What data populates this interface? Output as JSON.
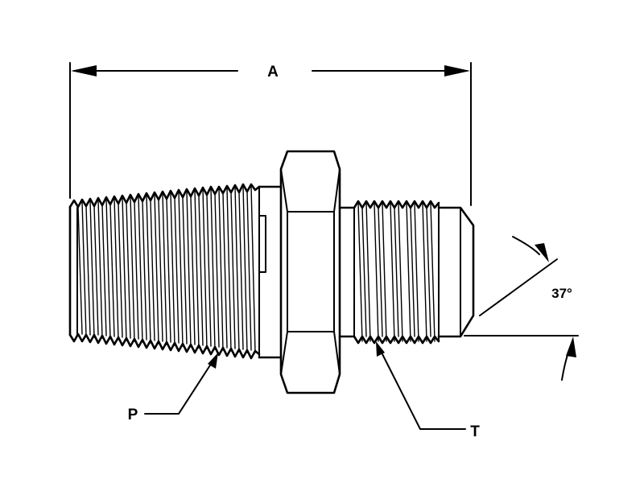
{
  "labels": {
    "dimension": "A",
    "pipe_thread": "P",
    "tube_thread": "T",
    "flare_angle": "37°"
  },
  "colors": {
    "stroke": "#000000",
    "background": "#ffffff"
  }
}
